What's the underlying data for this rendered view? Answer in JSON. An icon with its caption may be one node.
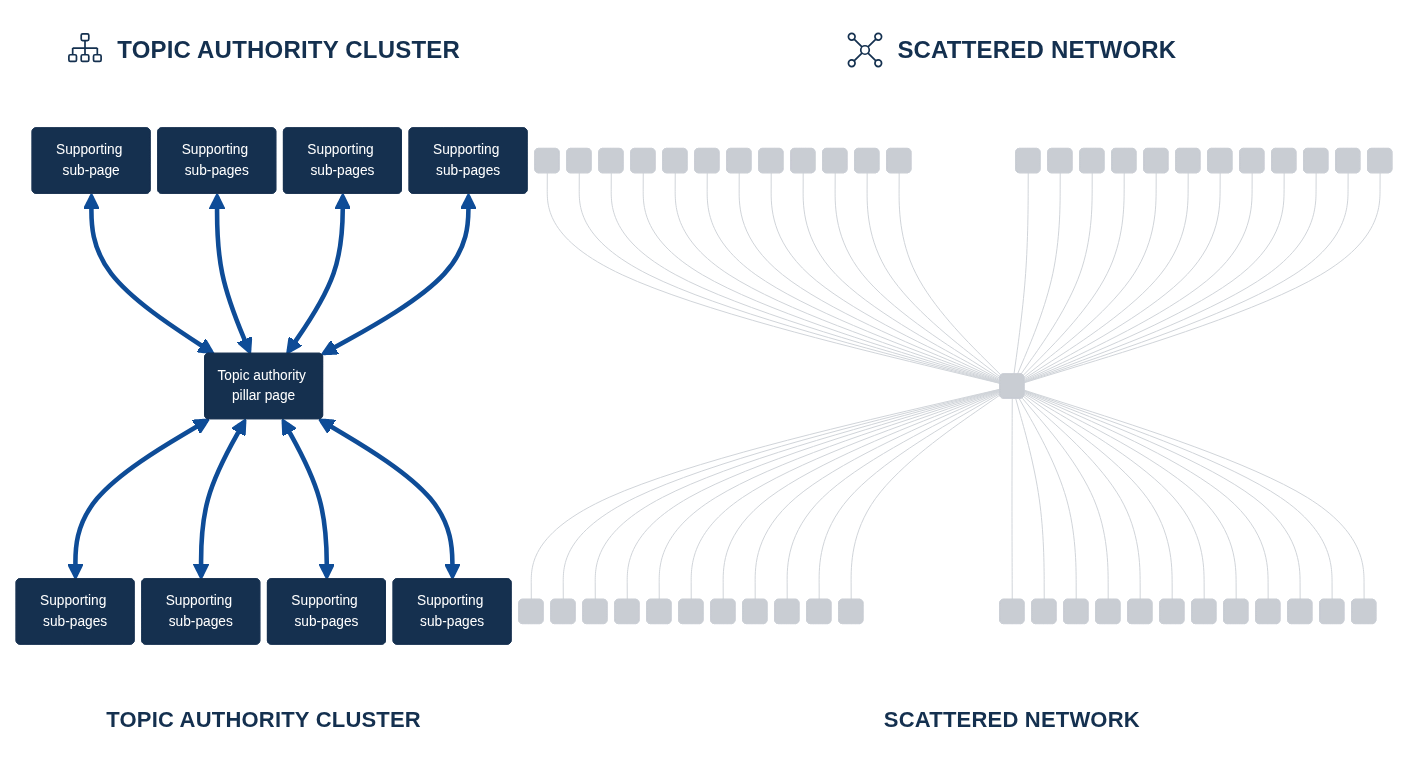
{
  "diagram": {
    "nodes": [
      {
        "text": [
          "Supporting sub-page"
        ]
      },
      {
        "text": [
          "Supporting sub-pages"
        ]
      },
      {
        "text": [
          "Supporting sub-pages"
        ]
      },
      {
        "text": [
          "Supporting sub-pages"
        ]
      },
      {
        "text": [
          "Topic authority pillar page"
        ]
      },
      {
        "text": [
          "Supporting sub-pages"
        ]
      },
      {
        "text": [
          "Supporting sub-pages"
        ]
      },
      {
        "text": [
          "Supporting sub-pages"
        ]
      },
      {
        "text": [
          "Supporting sub-pages"
        ]
      },
      {
        "text": [],
        "shape": "box"
      },
      {
        "text": [],
        "shape": "box"
      },
      {
        "text": [],
        "shape": "box"
      },
      {
        "text": [],
        "shape": "box"
      },
      {
        "text": [],
        "shape": "box"
      },
      {
        "text": [],
        "shape": "box"
      },
      {
        "text": [],
        "shape": "box"
      },
      {
        "text": [],
        "shape": "box"
      },
      {
        "text": [],
        "shape": "box"
      },
      {
        "text": [],
        "shape": "box"
      },
      {
        "text": [],
        "shape": "box"
      },
      {
        "text": [],
        "shape": "box"
      },
      {
        "text": [],
        "shape": "box"
      },
      {
        "text": [],
        "shape": "box"
      },
      {
        "text": [],
        "shape": "box"
      },
      {
        "text": [],
        "shape": "box"
      },
      {
        "text": [],
        "shape": "box"
      },
      {
        "text": [],
        "shape": "box"
      },
      {
        "text": [],
        "shape": "box"
      },
      {
        "text": [],
        "shape": "box"
      },
      {
        "text": [],
        "shape": "box"
      },
      {
        "text": [],
        "shape": "box"
      },
      {
        "text": [],
        "shape": "box"
      },
      {
        "text": [],
        "shape": "box"
      },
      {
        "text": [],
        "shape": "box"
      },
      {
        "text": [],
        "shape": "box"
      },
      {
        "text": [],
        "shape": "box"
      },
      {
        "text": [],
        "shape": "box"
      },
      {
        "text": [],
        "shape": "box"
      },
      {
        "text": [],
        "shape": "box"
      },
      {
        "text": [],
        "shape": "box"
      },
      {
        "text": [],
        "shape": "box"
      },
      {
        "text": [],
        "shape": "box"
      },
      {
        "text": [],
        "shape": "box"
      },
      {
        "text": [],
        "shape": "box"
      },
      {
        "text": [],
        "shape": "box"
      },
      {
        "text": [],
        "shape": "box"
      },
      {
        "text": [],
        "shape": "box"
      },
      {
        "text": [],
        "shape": "box"
      },
      {
        "text": [],
        "shape": "box"
      },
      {
        "text": [],
        "shape": "box"
      },
      {
        "text": [],
        "shape": "box"
      },
      {
        "text": [],
        "shape": "box"
      },
      {
        "text": [],
        "shape": "box"
      },
      {
        "text": [],
        "shape": "box"
      },
      {
        "text": [],
        "shape": "box"
      },
      {
        "text": [],
        "shape": "box"
      },
      {
        "text": [],
        "shape": "box"
      }
    ],
    "edges": [
      {
        "from": 0,
        "to": 4,
        "arrow": "both",
        "style": "thick",
        "color": "#0e4c97"
      },
      {
        "from": 1,
        "to": 4,
        "arrow": "both",
        "style": "thick",
        "color": "#0e4c97"
      },
      {
        "from": 2,
        "to": 4,
        "arrow": "both",
        "style": "thick",
        "color": "#0e4c97"
      },
      {
        "from": 3,
        "to": 4,
        "arrow": "both",
        "style": "thick",
        "color": "#0e4c97"
      },
      {
        "from": 4,
        "to": 5,
        "arrow": "both",
        "style": "thick",
        "color": "#0e4c97"
      },
      {
        "from": 4,
        "to": 6,
        "arrow": "both",
        "style": "thick",
        "color": "#0e4c97"
      },
      {
        "from": 4,
        "to": 7,
        "arrow": "both",
        "style": "thick",
        "color": "#0e4c97"
      },
      {
        "from": 4,
        "to": 8,
        "arrow": "both",
        "style": "thick",
        "color": "#0e4c97"
      },
      {
        "from": 9,
        "to": 33,
        "arrow": "none"
      },
      {
        "from": 10,
        "to": 33,
        "arrow": "none"
      },
      {
        "from": 11,
        "to": 33,
        "arrow": "none"
      },
      {
        "from": 12,
        "to": 33,
        "arrow": "none"
      },
      {
        "from": 13,
        "to": 33,
        "arrow": "none"
      },
      {
        "from": 14,
        "to": 33,
        "arrow": "none"
      },
      {
        "from": 15,
        "to": 33,
        "arrow": "none"
      },
      {
        "from": 16,
        "to": 33,
        "arrow": "none"
      },
      {
        "from": 17,
        "to": 33,
        "arrow": "none"
      },
      {
        "from": 18,
        "to": 33,
        "arrow": "none"
      },
      {
        "from": 19,
        "to": 33,
        "arrow": "none"
      },
      {
        "from": 20,
        "to": 33,
        "arrow": "none"
      },
      {
        "from": 21,
        "to": 33,
        "arrow": "none"
      },
      {
        "from": 22,
        "to": 33,
        "arrow": "none"
      },
      {
        "from": 23,
        "to": 33,
        "arrow": "none"
      },
      {
        "from": 24,
        "to": 33,
        "arrow": "none"
      },
      {
        "from": 25,
        "to": 33,
        "arrow": "none"
      },
      {
        "from": 26,
        "to": 33,
        "arrow": "none"
      },
      {
        "from": 27,
        "to": 33,
        "arrow": "none"
      },
      {
        "from": 28,
        "to": 33,
        "arrow": "none"
      },
      {
        "from": 29,
        "to": 33,
        "arrow": "none"
      },
      {
        "from": 30,
        "to": 33,
        "arrow": "none"
      },
      {
        "from": 31,
        "to": 33,
        "arrow": "none"
      },
      {
        "from": 32,
        "to": 33,
        "arrow": "none"
      },
      {
        "from": 33,
        "to": 34,
        "arrow": "none"
      },
      {
        "from": 33,
        "to": 35,
        "arrow": "none"
      },
      {
        "from": 33,
        "to": 36,
        "arrow": "none"
      },
      {
        "from": 33,
        "to": 37,
        "arrow": "none"
      },
      {
        "from": 33,
        "to": 38,
        "arrow": "none"
      },
      {
        "from": 33,
        "to": 39,
        "arrow": "none"
      },
      {
        "from": 33,
        "to": 40,
        "arrow": "none"
      },
      {
        "from": 33,
        "to": 41,
        "arrow": "none"
      },
      {
        "from": 33,
        "to": 42,
        "arrow": "none"
      },
      {
        "from": 33,
        "to": 43,
        "arrow": "none"
      },
      {
        "from": 33,
        "to": 44,
        "arrow": "none"
      },
      {
        "from": 33,
        "to": 45,
        "arrow": "none"
      },
      {
        "from": 33,
        "to": 46,
        "arrow": "none"
      },
      {
        "from": 33,
        "to": 47,
        "arrow": "none"
      },
      {
        "from": 33,
        "to": 48,
        "arrow": "none"
      },
      {
        "from": 33,
        "to": 49,
        "arrow": "none"
      },
      {
        "from": 33,
        "to": 50,
        "arrow": "none"
      },
      {
        "from": 33,
        "to": 51,
        "arrow": "none"
      },
      {
        "from": 33,
        "to": 52,
        "arrow": "none"
      },
      {
        "from": 33,
        "to": 53,
        "arrow": "none"
      },
      {
        "from": 33,
        "to": 54,
        "arrow": "none"
      },
      {
        "from": 33,
        "to": 55,
        "arrow": "none"
      },
      {
        "from": 33,
        "to": 56,
        "arrow": "none"
      }
    ],
    "labels": [
      "TOPIC AUTHORITY CLUSTER",
      "SCATTERED NETWORK",
      "TOPIC AUTHORITY CLUSTER",
      "SCATTERED NETWORK"
    ]
  }
}
